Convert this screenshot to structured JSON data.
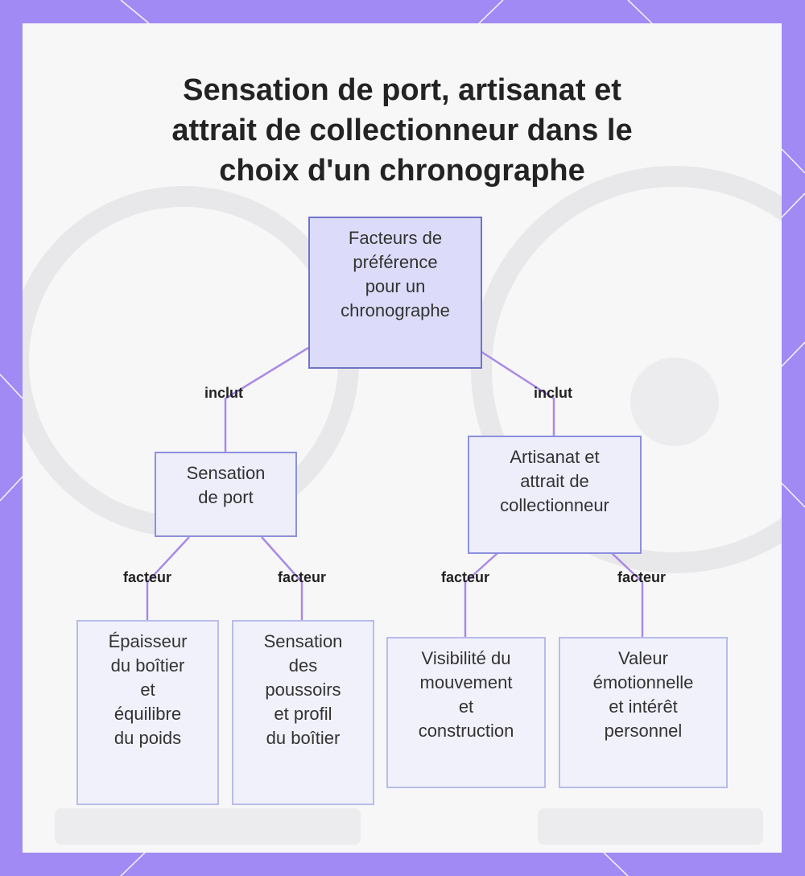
{
  "title": {
    "line1": "Sensation de port, artisanat et",
    "line2": "attrait de collectionneur dans le",
    "line3": "choix d'un chronographe"
  },
  "nodes": {
    "root": "Facteurs de\npréférence\npour un\nchronographe",
    "sensation_port": "Sensation\nde port",
    "artisanat": "Artisanat et\nattrait de\ncollectionneur",
    "epaisseur": "Épaisseur\ndu boîtier\net\néquilibre\ndu poids",
    "poussoirs": "Sensation\ndes\npoussoirs\net profil\ndu boîtier",
    "visibilite": "Visibilité du\nmouvement\net\nconstruction",
    "valeur": "Valeur\némotionnelle\net intérêt\npersonnel"
  },
  "edges": {
    "inclut_left": "inclut",
    "inclut_right": "inclut",
    "facteur_1": "facteur",
    "facteur_2": "facteur",
    "facteur_3": "facteur",
    "facteur_4": "facteur"
  },
  "colors": {
    "frame": "#a28af5",
    "connector": "#a98ae6",
    "root_fill": "#dcdcfa",
    "node_border": "#8d90dd"
  }
}
